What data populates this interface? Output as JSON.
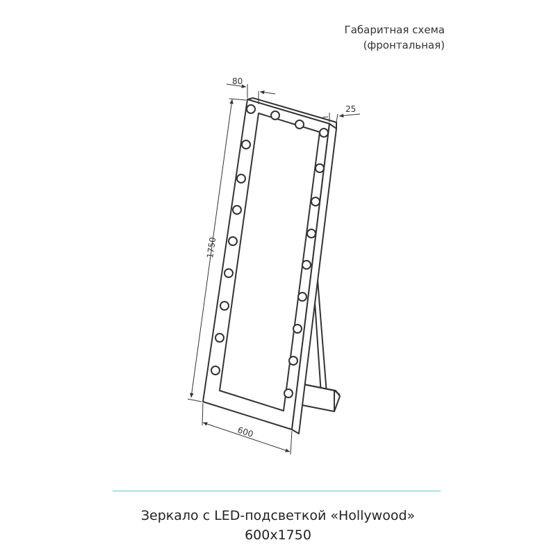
{
  "header": {
    "line1": "Габаритная схема",
    "line2": "(фронтальная)"
  },
  "dimensions": {
    "frame_width": "80",
    "depth": "25",
    "height": "1750",
    "width": "600"
  },
  "caption": {
    "line1": "Зеркало с LED-подсветкой «Hollywood»",
    "line2": "600x1750"
  },
  "colors": {
    "line": "#333333",
    "divider": "#5fc6d6"
  }
}
